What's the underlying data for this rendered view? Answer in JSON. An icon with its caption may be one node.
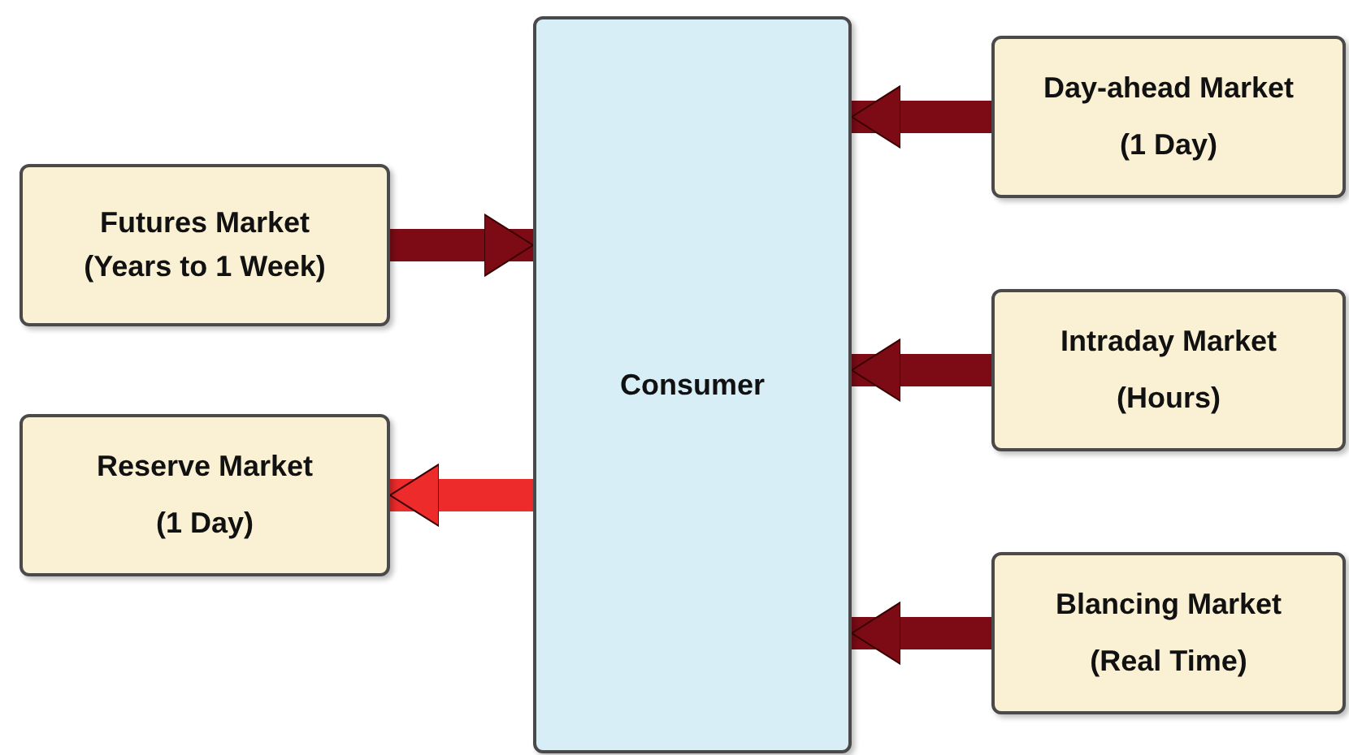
{
  "diagram": {
    "nodes": [
      {
        "text": [
          "Futures Market",
          "(Years to 1 Week)"
        ]
      },
      {
        "text": [
          "Reserve Market",
          "(1 Day)"
        ]
      },
      {
        "text": [
          "Consumer"
        ]
      },
      {
        "text": [
          "Day-ahead Market",
          "(1 Day)"
        ]
      },
      {
        "text": [
          "Intraday Market",
          "(Hours)"
        ]
      },
      {
        "text": [
          "Blancing Market",
          "(Real Time)"
        ]
      }
    ],
    "edges": [
      {
        "from": 0,
        "to": 2,
        "arrow": "to"
      },
      {
        "from": 2,
        "to": 1,
        "arrow": "to",
        "color": "#ee2b2b"
      },
      {
        "from": 3,
        "to": 2,
        "arrow": "to"
      },
      {
        "from": 4,
        "to": 2,
        "arrow": "to"
      },
      {
        "from": 5,
        "to": 2,
        "arrow": "to"
      }
    ]
  }
}
